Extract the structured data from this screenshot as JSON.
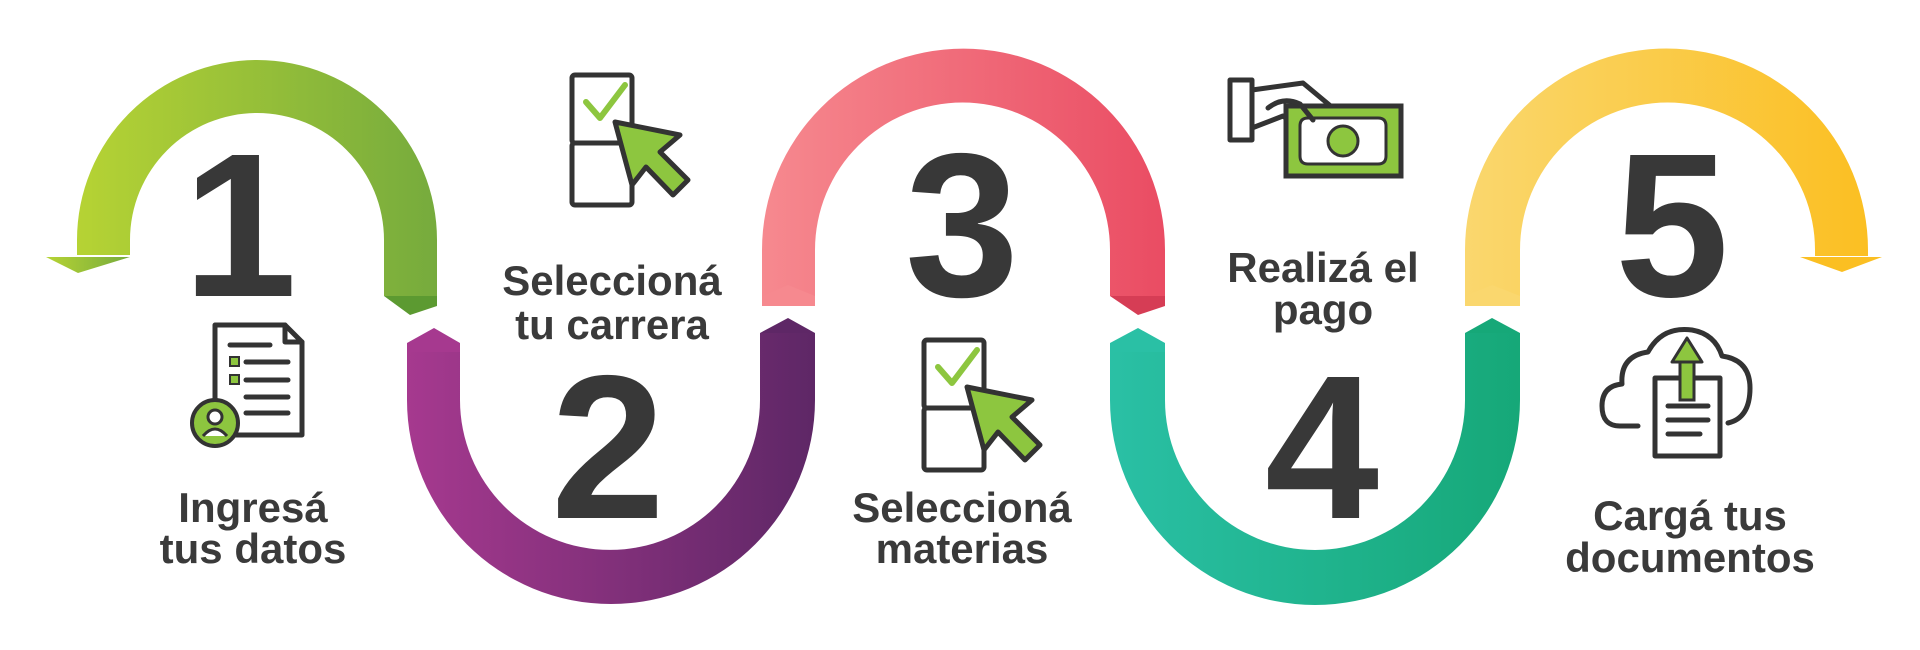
{
  "steps": [
    {
      "number": "1",
      "label_line1": "Ingresá",
      "label_line2": "tus datos",
      "icon": "form-document-user-icon",
      "colors": [
        "#b6d334",
        "#76ab3d"
      ]
    },
    {
      "number": "2",
      "label_line1": "Seleccioná",
      "label_line2": "tu carrera",
      "icon": "checklist-cursor-icon",
      "colors": [
        "#a6398f",
        "#5e2766"
      ]
    },
    {
      "number": "3",
      "label_line1": "Seleccioná",
      "label_line2": "materias",
      "icon": "checklist-cursor-icon",
      "colors": [
        "#f6898f",
        "#ea4c63"
      ]
    },
    {
      "number": "4",
      "label_line1": "Realizá el",
      "label_line2": "pago",
      "icon": "hand-money-icon",
      "colors": [
        "#2ac0a5",
        "#16a878"
      ]
    },
    {
      "number": "5",
      "label_line1": "Cargá tus",
      "label_line2": "documentos",
      "icon": "cloud-upload-document-icon",
      "colors": [
        "#fad76e",
        "#fbbf22"
      ]
    }
  ],
  "icon_accent_color": "#8dc63f",
  "icon_stroke_color": "#333333"
}
